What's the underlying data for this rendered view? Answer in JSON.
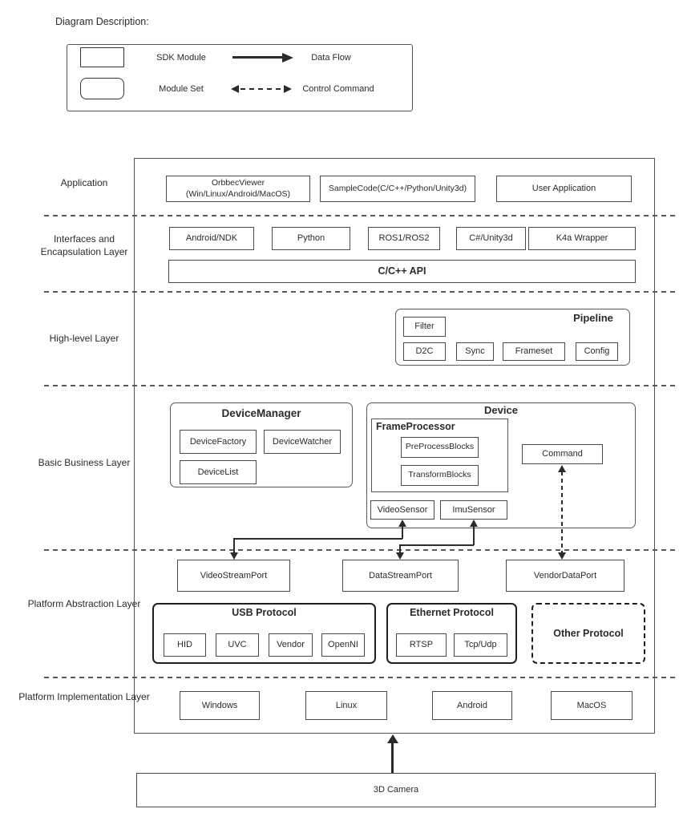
{
  "legend": {
    "title": "Diagram Description:",
    "sdk_module_label": "SDK Module",
    "module_set_label": "Module Set",
    "data_flow_label": "Data Flow",
    "control_command_label": "Control Command"
  },
  "layer_labels": {
    "application": "Application",
    "interfaces": "Interfaces and Encapsulation Layer",
    "high_level": "High-level Layer",
    "basic_business": "Basic Business Layer",
    "platform_abstraction": "Platform Abstraction Layer",
    "platform_implementation": "Platform Implementation Layer"
  },
  "application": {
    "orbbec_viewer_line1": "OrbbecViewer",
    "orbbec_viewer_line2": "(Win/Linux/Android/MacOS)",
    "sample_code": "SampleCode(C/C++/Python/Unity3d)",
    "user_application": "User Application"
  },
  "interfaces": {
    "android_ndk": "Android/NDK",
    "python": "Python",
    "ros": "ROS1/ROS2",
    "csharp_unity": "C#/Unity3d",
    "k4a_wrapper": "K4a Wrapper",
    "c_cpp_api": "C/C++ API"
  },
  "high_level": {
    "pipeline_title": "Pipeline",
    "filter": "Filter",
    "d2c": "D2C",
    "sync": "Sync",
    "frameset": "Frameset",
    "config": "Config"
  },
  "basic_business": {
    "device_manager_title": "DeviceManager",
    "device_factory": "DeviceFactory",
    "device_watcher": "DeviceWatcher",
    "device_list": "DeviceList",
    "device_title": "Device",
    "frame_processor_title": "FrameProcessor",
    "pre_process_blocks": "PreProcessBlocks",
    "transform_blocks": "TransformBlocks",
    "video_sensor": "VideoSensor",
    "imu_sensor": "ImuSensor",
    "command": "Command"
  },
  "platform_abstraction": {
    "video_stream_port": "VideoStreamPort",
    "data_stream_port": "DataStreamPort",
    "vendor_data_port": "VendorDataPort",
    "usb_protocol_title": "USB Protocol",
    "hid": "HID",
    "uvc": "UVC",
    "vendor": "Vendor",
    "openni": "OpenNI",
    "ethernet_protocol_title": "Ethernet Protocol",
    "rtsp": "RTSP",
    "tcp_udp": "Tcp/Udp",
    "other_protocol_title": "Other Protocol"
  },
  "platform_implementation": {
    "windows": "Windows",
    "linux": "Linux",
    "android": "Android",
    "macos": "MacOS"
  },
  "bottom": {
    "camera": "3D Camera"
  },
  "colors": {
    "background": "#ffffff",
    "box_border": "#4a4a4a",
    "group_border": "#5a5a5a",
    "thick_border": "#1f1f1f",
    "text": "#2b2b2b",
    "arrow": "#2b2b2b"
  }
}
